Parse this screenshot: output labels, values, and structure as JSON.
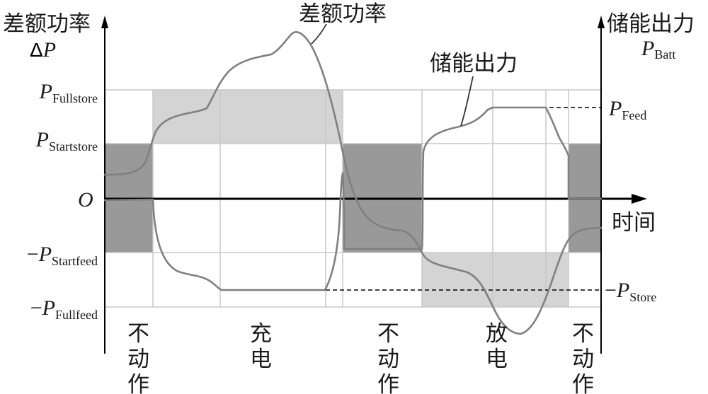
{
  "colors": {
    "dark_band": "#999999",
    "light_band": "#d4d4d4",
    "curve": "#808080",
    "axis": "#000000",
    "grid": "#c8c8c8"
  },
  "left_axis": {
    "title": "差额功率",
    "symbol_delta": "Δ",
    "symbol_var": "P"
  },
  "right_axis": {
    "title": "储能出力",
    "symbol_var": "P",
    "symbol_sub": "Batt"
  },
  "x_axis": {
    "label": "时间"
  },
  "origin": "O",
  "levels": {
    "fullstore": {
      "prefix": "",
      "var": "P",
      "sub": "Fullstore"
    },
    "startstore": {
      "prefix": "",
      "var": "P",
      "sub": "Startstore"
    },
    "startfeed": {
      "prefix": "−",
      "var": "P",
      "sub": "Startfeed"
    },
    "fullfeed": {
      "prefix": "−",
      "var": "P",
      "sub": "Fullfeed"
    },
    "feed": {
      "prefix": "",
      "var": "P",
      "sub": "Feed"
    },
    "store": {
      "prefix": "−",
      "var": "P",
      "sub": "Store"
    }
  },
  "annotations": {
    "diff_power": "差额功率",
    "battery_output": "储能出力"
  },
  "phases": [
    {
      "chars": [
        "不",
        "动",
        "作"
      ]
    },
    {
      "chars": [
        "充",
        "电"
      ]
    },
    {
      "chars": [
        "不",
        "动",
        "作"
      ]
    },
    {
      "chars": [
        "放",
        "电"
      ]
    },
    {
      "chars": [
        "不",
        "动",
        "作"
      ]
    }
  ]
}
